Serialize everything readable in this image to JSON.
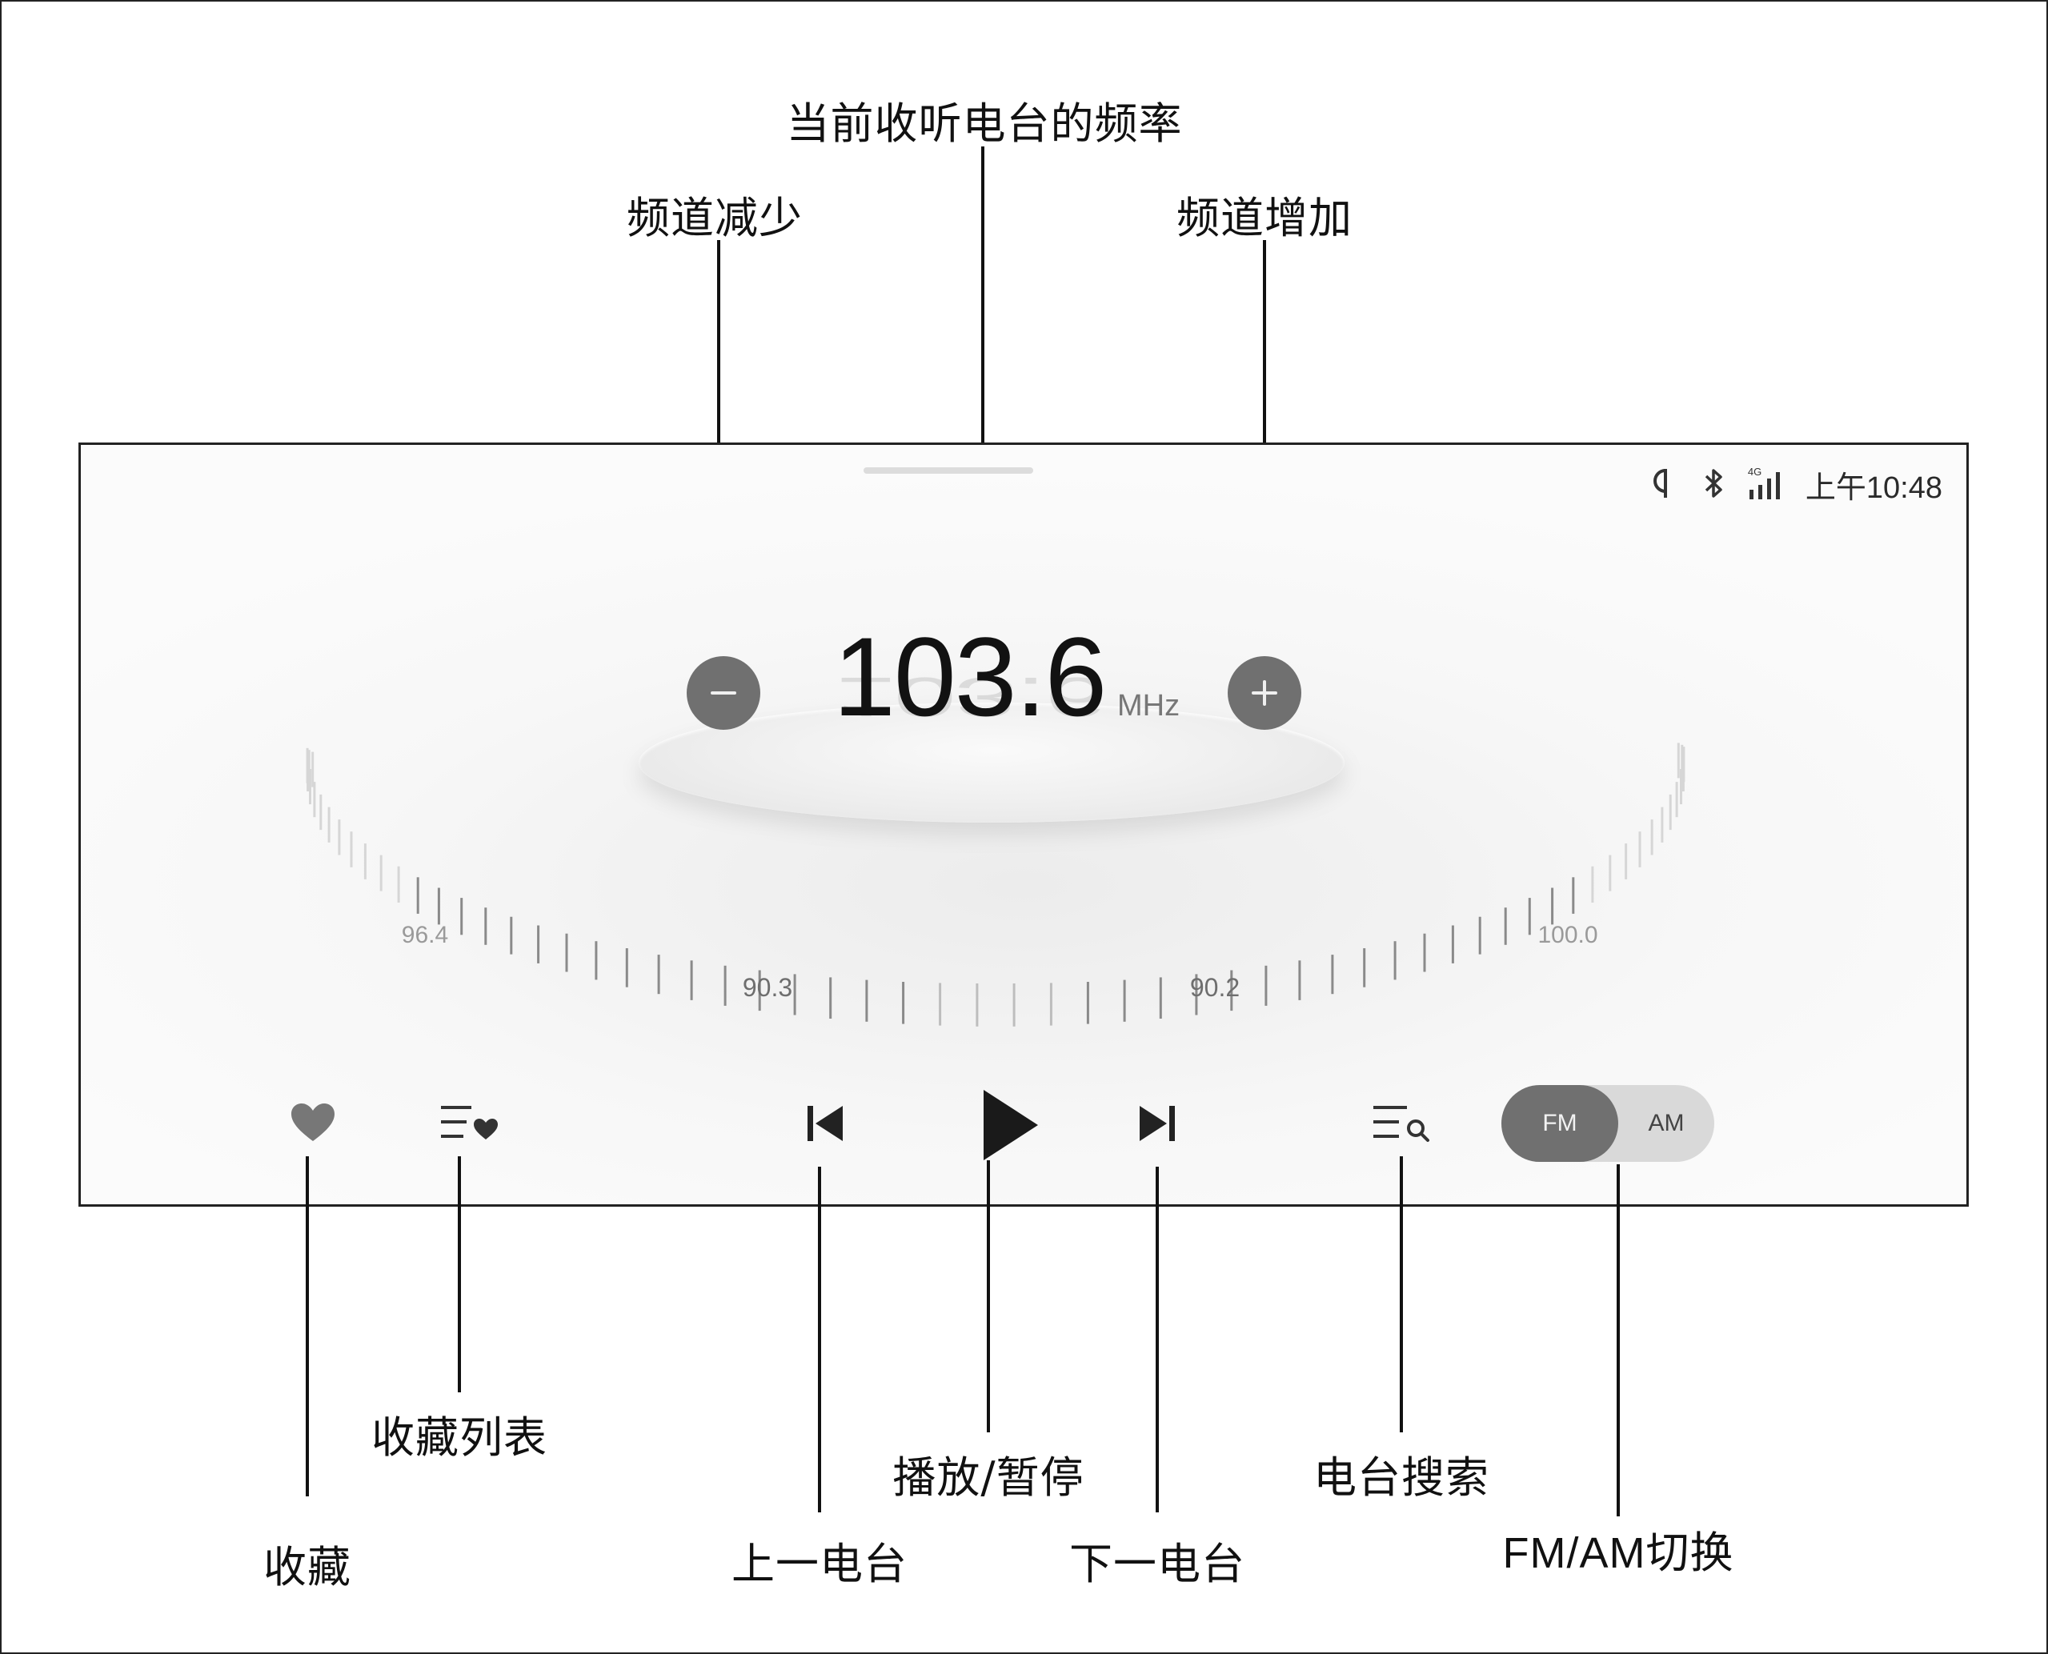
{
  "callouts": {
    "current_frequency": "当前收听电台的频率",
    "channel_down": "频道减少",
    "channel_up": "频道增加",
    "favorite": "收藏",
    "favorites_list": "收藏列表",
    "play_pause": "播放/暂停",
    "prev_station": "上一电台",
    "next_station": "下一电台",
    "station_search": "电台搜索",
    "band_switch": "FM/AM切换"
  },
  "status_bar": {
    "icons": [
      "wireless-charging-icon",
      "bluetooth-icon",
      "4g-signal-icon"
    ],
    "signal_label": "4G",
    "time": "上午10:48"
  },
  "tuner": {
    "frequency": "103.6",
    "unit": "MHz",
    "scale_labels": [
      "96.4",
      "90.3",
      "90.2",
      "100.0"
    ]
  },
  "controls": {
    "band_options": [
      "FM",
      "AM"
    ],
    "selected_band": "FM"
  },
  "colors": {
    "button_fill": "#707070",
    "toggle_track": "#d9d9d9",
    "text_dark": "#121212"
  }
}
